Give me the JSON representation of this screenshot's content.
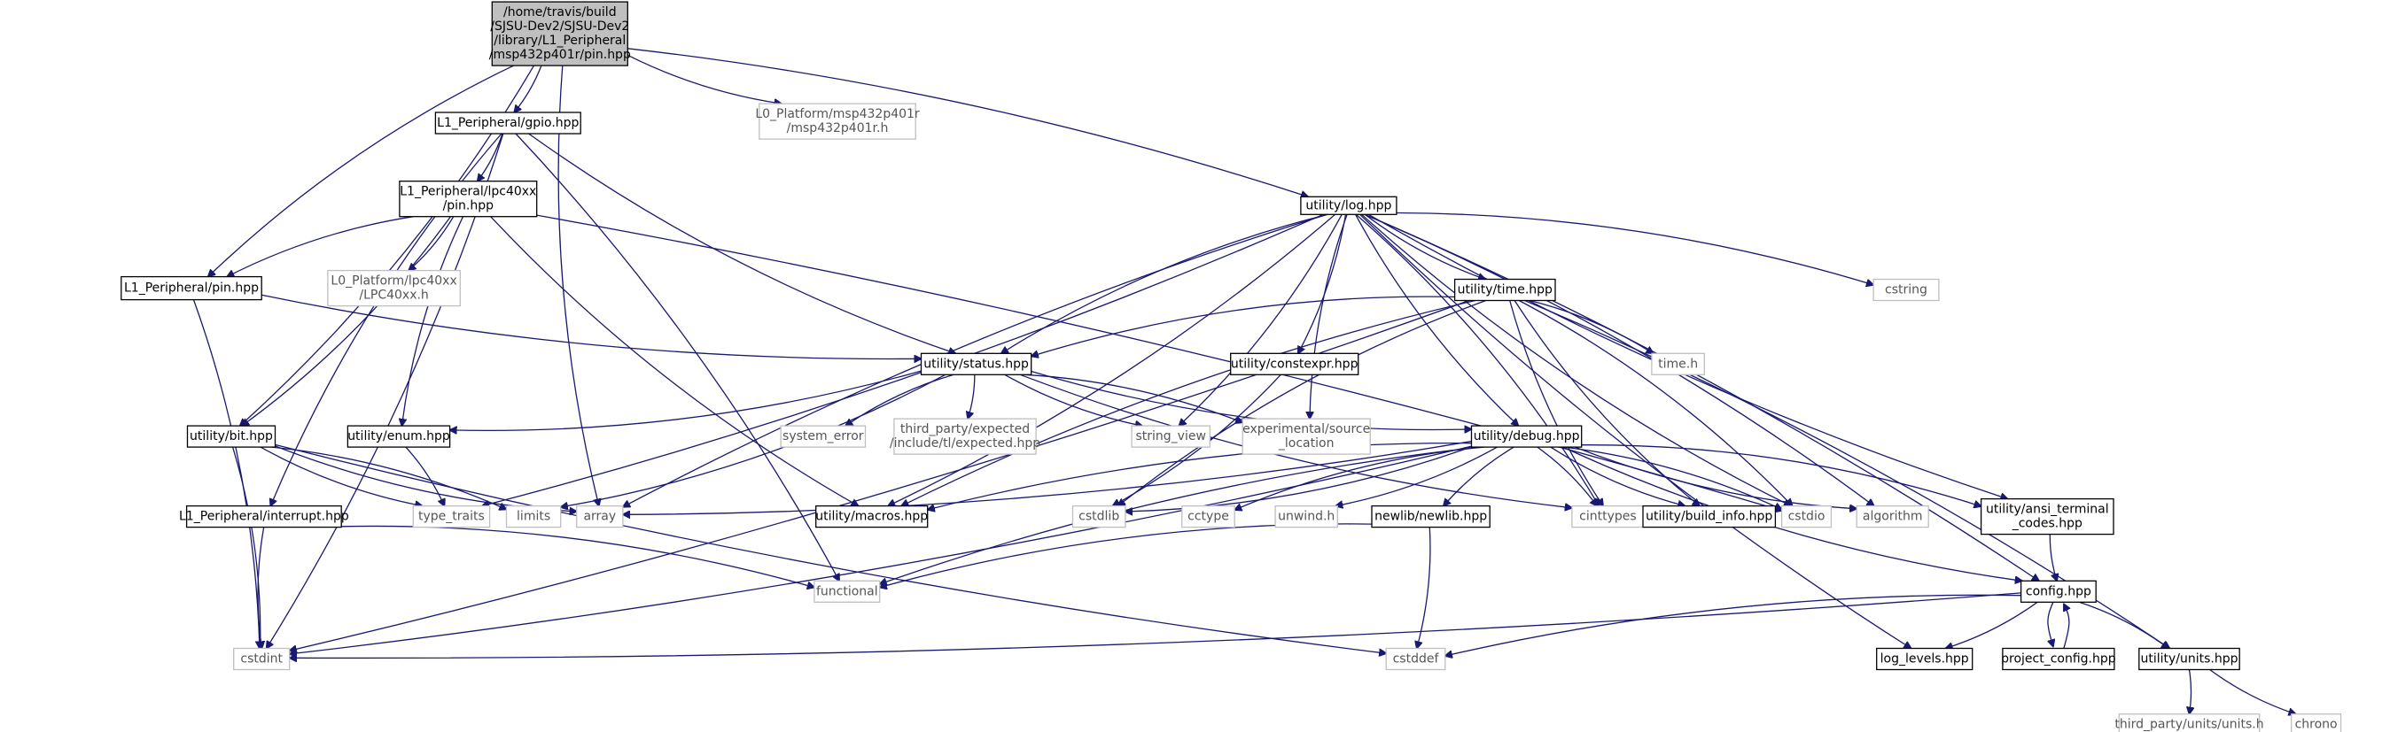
{
  "diagram": {
    "title": "",
    "nodes": [
      {
        "id": "root",
        "lines": [
          "/home/travis/build",
          "/SJSU-Dev2/SJSU-Dev2",
          "/library/L1_Peripheral",
          "/msp432p401r/pin.hpp"
        ],
        "kind": "root"
      },
      {
        "id": "gpio",
        "lines": [
          "L1_Peripheral/gpio.hpp"
        ],
        "kind": "doc"
      },
      {
        "id": "l0msp",
        "lines": [
          "L0_Platform/msp432p401r",
          "/msp432p401r.h"
        ],
        "kind": "ext"
      },
      {
        "id": "lpcpin",
        "lines": [
          "L1_Peripheral/lpc40xx",
          "/pin.hpp"
        ],
        "kind": "doc"
      },
      {
        "id": "log",
        "lines": [
          "utility/log.hpp"
        ],
        "kind": "doc"
      },
      {
        "id": "l1pin",
        "lines": [
          "L1_Peripheral/pin.hpp"
        ],
        "kind": "doc"
      },
      {
        "id": "l0lpc",
        "lines": [
          "L0_Platform/lpc40xx",
          "/LPC40xx.h"
        ],
        "kind": "ext"
      },
      {
        "id": "time",
        "lines": [
          "utility/time.hpp"
        ],
        "kind": "doc"
      },
      {
        "id": "cstring",
        "lines": [
          "cstring"
        ],
        "kind": "ext"
      },
      {
        "id": "status",
        "lines": [
          "utility/status.hpp"
        ],
        "kind": "doc"
      },
      {
        "id": "constexpr",
        "lines": [
          "utility/constexpr.hpp"
        ],
        "kind": "doc"
      },
      {
        "id": "timeh",
        "lines": [
          "time.h"
        ],
        "kind": "ext"
      },
      {
        "id": "bit",
        "lines": [
          "utility/bit.hpp"
        ],
        "kind": "doc"
      },
      {
        "id": "enum",
        "lines": [
          "utility/enum.hpp"
        ],
        "kind": "doc"
      },
      {
        "id": "syserr",
        "lines": [
          "system_error"
        ],
        "kind": "ext"
      },
      {
        "id": "expected",
        "lines": [
          "third_party/expected",
          "/include/tl/expected.hpp"
        ],
        "kind": "ext"
      },
      {
        "id": "strview",
        "lines": [
          "string_view"
        ],
        "kind": "ext"
      },
      {
        "id": "expsrc",
        "lines": [
          "experimental/source",
          "_location"
        ],
        "kind": "ext"
      },
      {
        "id": "debug",
        "lines": [
          "utility/debug.hpp"
        ],
        "kind": "doc"
      },
      {
        "id": "interrupt",
        "lines": [
          "L1_Peripheral/interrupt.hpp"
        ],
        "kind": "doc"
      },
      {
        "id": "typetraits",
        "lines": [
          "type_traits"
        ],
        "kind": "ext"
      },
      {
        "id": "limits",
        "lines": [
          "limits"
        ],
        "kind": "ext"
      },
      {
        "id": "array",
        "lines": [
          "array"
        ],
        "kind": "ext"
      },
      {
        "id": "macros",
        "lines": [
          "utility/macros.hpp"
        ],
        "kind": "doc"
      },
      {
        "id": "cstdlib",
        "lines": [
          "cstdlib"
        ],
        "kind": "ext"
      },
      {
        "id": "cctype",
        "lines": [
          "cctype"
        ],
        "kind": "ext"
      },
      {
        "id": "unwind",
        "lines": [
          "unwind.h"
        ],
        "kind": "ext"
      },
      {
        "id": "newlib",
        "lines": [
          "newlib/newlib.hpp"
        ],
        "kind": "doc"
      },
      {
        "id": "cinttypes",
        "lines": [
          "cinttypes"
        ],
        "kind": "ext"
      },
      {
        "id": "buildinfo",
        "lines": [
          "utility/build_info.hpp"
        ],
        "kind": "doc"
      },
      {
        "id": "cstdio",
        "lines": [
          "cstdio"
        ],
        "kind": "ext"
      },
      {
        "id": "algorithm",
        "lines": [
          "algorithm"
        ],
        "kind": "ext"
      },
      {
        "id": "ansi",
        "lines": [
          "utility/ansi_terminal",
          "_codes.hpp"
        ],
        "kind": "doc"
      },
      {
        "id": "functional",
        "lines": [
          "functional"
        ],
        "kind": "ext"
      },
      {
        "id": "config",
        "lines": [
          "config.hpp"
        ],
        "kind": "doc"
      },
      {
        "id": "cstdint",
        "lines": [
          "cstdint"
        ],
        "kind": "ext"
      },
      {
        "id": "cstddef",
        "lines": [
          "cstddef"
        ],
        "kind": "ext"
      },
      {
        "id": "loglevels",
        "lines": [
          "log_levels.hpp"
        ],
        "kind": "doc"
      },
      {
        "id": "projcfg",
        "lines": [
          "project_config.hpp"
        ],
        "kind": "doc"
      },
      {
        "id": "units",
        "lines": [
          "utility/units.hpp"
        ],
        "kind": "doc"
      },
      {
        "id": "unitsh",
        "lines": [
          "third_party/units/units.h"
        ],
        "kind": "ext"
      },
      {
        "id": "chrono",
        "lines": [
          "chrono"
        ],
        "kind": "ext"
      }
    ],
    "edges": [
      [
        "root",
        "gpio"
      ],
      [
        "root",
        "l0msp"
      ],
      [
        "root",
        "log"
      ],
      [
        "root",
        "l1pin"
      ],
      [
        "root",
        "bit"
      ],
      [
        "root",
        "array"
      ],
      [
        "gpio",
        "lpcpin"
      ],
      [
        "gpio",
        "status"
      ],
      [
        "gpio",
        "cstdint"
      ],
      [
        "gpio",
        "interrupt"
      ],
      [
        "gpio",
        "functional"
      ],
      [
        "lpcpin",
        "l1pin"
      ],
      [
        "lpcpin",
        "l0lpc"
      ],
      [
        "lpcpin",
        "enum"
      ],
      [
        "lpcpin",
        "bit"
      ],
      [
        "lpcpin",
        "macros"
      ],
      [
        "lpcpin",
        "cstdio"
      ],
      [
        "l1pin",
        "status"
      ],
      [
        "l1pin",
        "cstdint"
      ],
      [
        "log",
        "time"
      ],
      [
        "log",
        "cstring"
      ],
      [
        "log",
        "status"
      ],
      [
        "log",
        "constexpr"
      ],
      [
        "log",
        "debug"
      ],
      [
        "log",
        "strview"
      ],
      [
        "log",
        "expsrc"
      ],
      [
        "log",
        "cinttypes"
      ],
      [
        "log",
        "cstdio"
      ],
      [
        "log",
        "algorithm"
      ],
      [
        "log",
        "ansi"
      ],
      [
        "log",
        "config"
      ],
      [
        "log",
        "loglevels"
      ],
      [
        "log",
        "macros"
      ],
      [
        "log",
        "array"
      ],
      [
        "log",
        "typetraits"
      ],
      [
        "time",
        "status"
      ],
      [
        "time",
        "timeh"
      ],
      [
        "time",
        "cinttypes"
      ],
      [
        "time",
        "cstdio"
      ],
      [
        "time",
        "buildinfo"
      ],
      [
        "time",
        "units"
      ],
      [
        "time",
        "macros"
      ],
      [
        "time",
        "cstdint"
      ],
      [
        "time",
        "cstdlib"
      ],
      [
        "status",
        "enum"
      ],
      [
        "status",
        "syserr"
      ],
      [
        "status",
        "expected"
      ],
      [
        "status",
        "strview"
      ],
      [
        "status",
        "expsrc"
      ],
      [
        "status",
        "debug"
      ],
      [
        "status",
        "limits"
      ],
      [
        "status",
        "cinttypes"
      ],
      [
        "constexpr",
        "cstdlib"
      ],
      [
        "bit",
        "typetraits"
      ],
      [
        "bit",
        "limits"
      ],
      [
        "bit",
        "array"
      ],
      [
        "bit",
        "cstdint"
      ],
      [
        "bit",
        "cstddef"
      ],
      [
        "enum",
        "typetraits"
      ],
      [
        "debug",
        "macros"
      ],
      [
        "debug",
        "cstdlib"
      ],
      [
        "debug",
        "cctype"
      ],
      [
        "debug",
        "unwind"
      ],
      [
        "debug",
        "newlib"
      ],
      [
        "debug",
        "cinttypes"
      ],
      [
        "debug",
        "buildinfo"
      ],
      [
        "debug",
        "cstdio"
      ],
      [
        "debug",
        "algorithm"
      ],
      [
        "debug",
        "ansi"
      ],
      [
        "debug",
        "config"
      ],
      [
        "debug",
        "array"
      ],
      [
        "debug",
        "functional"
      ],
      [
        "debug",
        "cstdint"
      ],
      [
        "interrupt",
        "cstdint"
      ],
      [
        "interrupt",
        "functional"
      ],
      [
        "newlib",
        "functional"
      ],
      [
        "newlib",
        "cstddef"
      ],
      [
        "ansi",
        "config"
      ],
      [
        "config",
        "cstdint"
      ],
      [
        "config",
        "cstddef"
      ],
      [
        "config",
        "loglevels"
      ],
      [
        "config",
        "projcfg"
      ],
      [
        "config",
        "units"
      ],
      [
        "projcfg",
        "config"
      ],
      [
        "units",
        "unitsh"
      ],
      [
        "units",
        "chrono"
      ]
    ]
  }
}
